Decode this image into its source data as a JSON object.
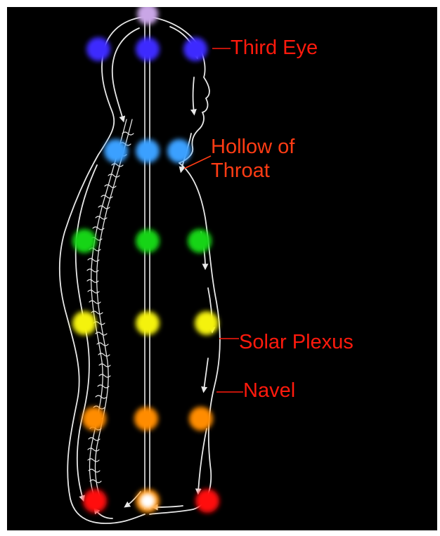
{
  "labels": {
    "third_eye": "Third Eye",
    "hollow_of_throat_line1": "Hollow of",
    "hollow_of_throat_line2": "Throat",
    "solar_plexus": "Solar Plexus",
    "navel": "Navel"
  },
  "colors": {
    "background": "#000000",
    "outline": "#e8e8e8",
    "label_red": "#ff1a0d",
    "label_orange": "#ff3c14",
    "crown": "#c9a6e6",
    "brow": "#3c2cff",
    "throat": "#3aa0ff",
    "heart": "#12d412",
    "solar": "#f4f20a",
    "sacral": "#ff8c00",
    "root": "#ff0a0a",
    "root_center": "#ffffff"
  },
  "chakra_levels": [
    {
      "name": "crown",
      "color_key": "crown",
      "count": 1
    },
    {
      "name": "brow",
      "color_key": "brow",
      "count": 3
    },
    {
      "name": "throat",
      "color_key": "throat",
      "count": 3
    },
    {
      "name": "heart",
      "color_key": "heart",
      "count": 3
    },
    {
      "name": "solar",
      "color_key": "solar",
      "count": 3
    },
    {
      "name": "sacral",
      "color_key": "sacral",
      "count": 3
    },
    {
      "name": "root",
      "color_key": "root",
      "count": 3
    }
  ]
}
